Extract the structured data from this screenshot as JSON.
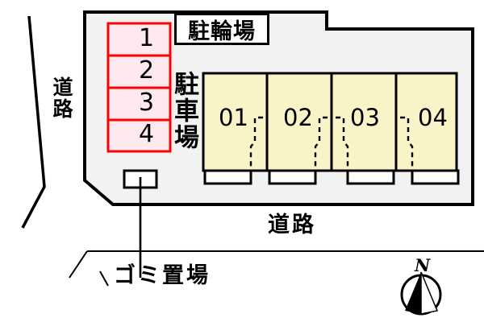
{
  "diagram": {
    "title": "apartment-site-plan",
    "colors": {
      "lot_fill": "#f2f2f2",
      "lot_stroke": "#000000",
      "building_fill": "#faf3c8",
      "building_stroke": "#000000",
      "parking_fill": "#fde9ef",
      "parking_stroke": "#ff0000",
      "porch_fill": "#ffffff",
      "text": "#000000",
      "road_line": "#000000"
    }
  },
  "labels": {
    "bicycle_parking": "駐輪場",
    "car_parking": "駐車場",
    "road_left": "道路",
    "road_bottom": "道路",
    "garbage_area": "ゴミ置場",
    "north": "N"
  },
  "parking": {
    "stalls": [
      {
        "id": "1",
        "label": "1"
      },
      {
        "id": "2",
        "label": "2"
      },
      {
        "id": "3",
        "label": "3"
      },
      {
        "id": "4",
        "label": "4"
      }
    ]
  },
  "building": {
    "units": [
      {
        "id": "01",
        "label": "01",
        "porch_side": "left"
      },
      {
        "id": "02",
        "label": "02",
        "porch_side": "left"
      },
      {
        "id": "03",
        "label": "03",
        "porch_side": "right"
      },
      {
        "id": "04",
        "label": "04",
        "porch_side": "right"
      }
    ]
  }
}
